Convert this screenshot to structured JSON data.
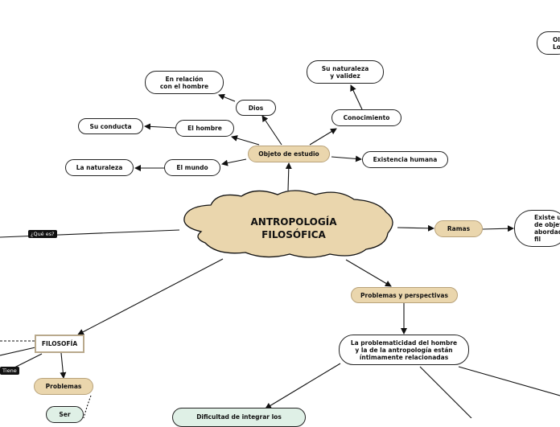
{
  "center": {
    "title": "ANTROPOLOGÍA\nFILOSÓFICA"
  },
  "nodes": {
    "objeto": "Objeto de estudio",
    "dios": "Dios",
    "relacion": "En relación\ncon el hombre",
    "hombre": "El hombre",
    "conducta": "Su conducta",
    "mundo": "El mundo",
    "naturaleza": "La naturaleza",
    "conocimiento": "Conocimiento",
    "validez": "Su naturaleza\ny validez",
    "existencia": "Existencia humana",
    "ramas": "Ramas",
    "existe": "Existe u\nde objeto\nabordad\nfil",
    "ob": "Ol\nLo",
    "problemas_persp": "Problemas y perspectivas",
    "problematicidad": "La problematicidad del hombre\ny la de la antropología están\níntimamente relacionadas",
    "filosofia": "FILOSOFÍA",
    "problemas": "Problemas",
    "ser": "Ser",
    "dificultad": "Dificultad de integrar los"
  },
  "tags": {
    "que_es": "¿Qué es?",
    "tiene": "Tiene"
  },
  "colors": {
    "tan": "#ead6ad",
    "mint": "#dff0e6",
    "line": "#111111"
  }
}
